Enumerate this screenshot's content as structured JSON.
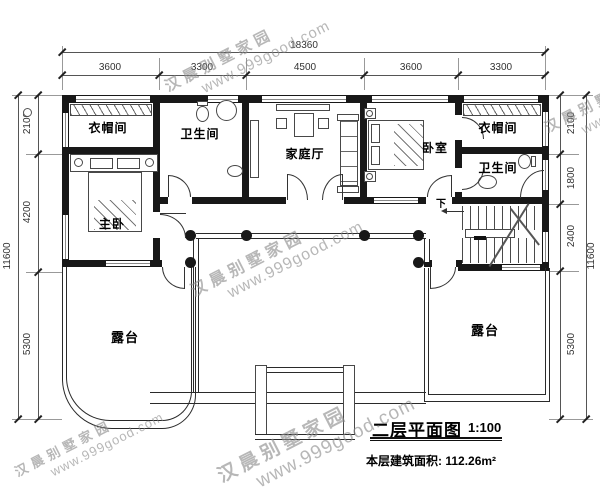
{
  "watermark": {
    "line1": "汉晨别墅家园",
    "line2": "www.999good.com"
  },
  "rooms": {
    "cloakroom_left": "衣帽间",
    "bathroom_left": "卫生间",
    "family_hall": "家庭厅",
    "bedroom": "卧室",
    "cloakroom_right": "衣帽间",
    "bathroom_right": "卫生间",
    "master_bedroom": "主卧",
    "terrace_left": "露台",
    "terrace_right": "露台",
    "stair_down": "下"
  },
  "dimensions": {
    "top_total": "18360",
    "top_segments": [
      "3600",
      "3300",
      "4500",
      "3600",
      "3300"
    ],
    "left_total": "11600",
    "left_segments": [
      "2100",
      "4200",
      "5300"
    ],
    "right_total": "11600",
    "right_segments": [
      "2100",
      "1800",
      "2400",
      "5300"
    ]
  },
  "title_block": {
    "title": "二层平面图",
    "scale": "1:100",
    "area_label": "本层建筑面积:",
    "area_value": "112.26m²"
  },
  "colors": {
    "wall": "#181818",
    "dim_line": "#555555",
    "watermark": "#8a8a8a"
  }
}
